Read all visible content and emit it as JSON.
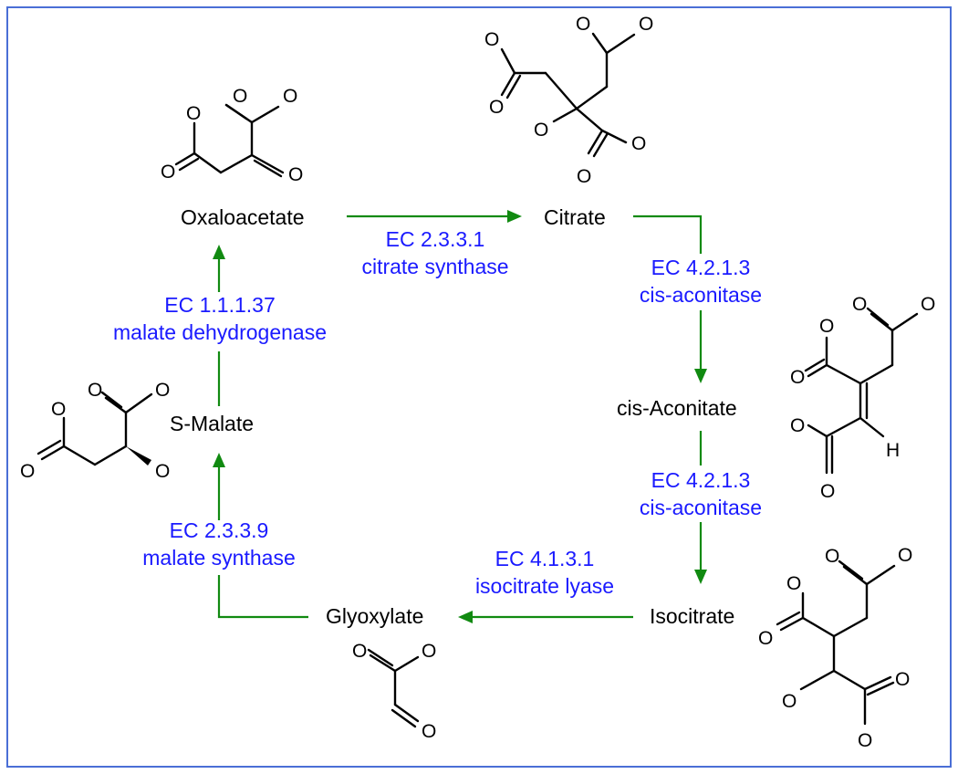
{
  "compounds": {
    "oxaloacetate": "Oxaloacetate",
    "citrate": "Citrate",
    "cis_aconitate": "cis-Aconitate",
    "isocitrate": "Isocitrate",
    "glyoxylate": "Glyoxylate",
    "s_malate": "S-Malate"
  },
  "enzymes": {
    "citrate_synthase": {
      "ec": "EC 2.3.3.1",
      "name": "citrate synthase"
    },
    "aconitase_1": {
      "ec": "EC 4.2.1.3",
      "name": "cis-aconitase"
    },
    "aconitase_2": {
      "ec": "EC 4.2.1.3",
      "name": "cis-aconitase"
    },
    "isocitrate_lyase": {
      "ec": "EC 4.1.3.1",
      "name": "isocitrate lyase"
    },
    "malate_synthase": {
      "ec": "EC 2.3.3.9",
      "name": "malate synthase"
    },
    "malate_dehydrogenase": {
      "ec": "EC 1.1.1.37",
      "name": "malate dehydrogenase"
    }
  },
  "atoms": {
    "oxygen": "O",
    "hydrogen": "H"
  },
  "colors": {
    "arrow": "#118a11",
    "enzyme_text": "#1a1aff",
    "frame": "#4a6fd6"
  }
}
